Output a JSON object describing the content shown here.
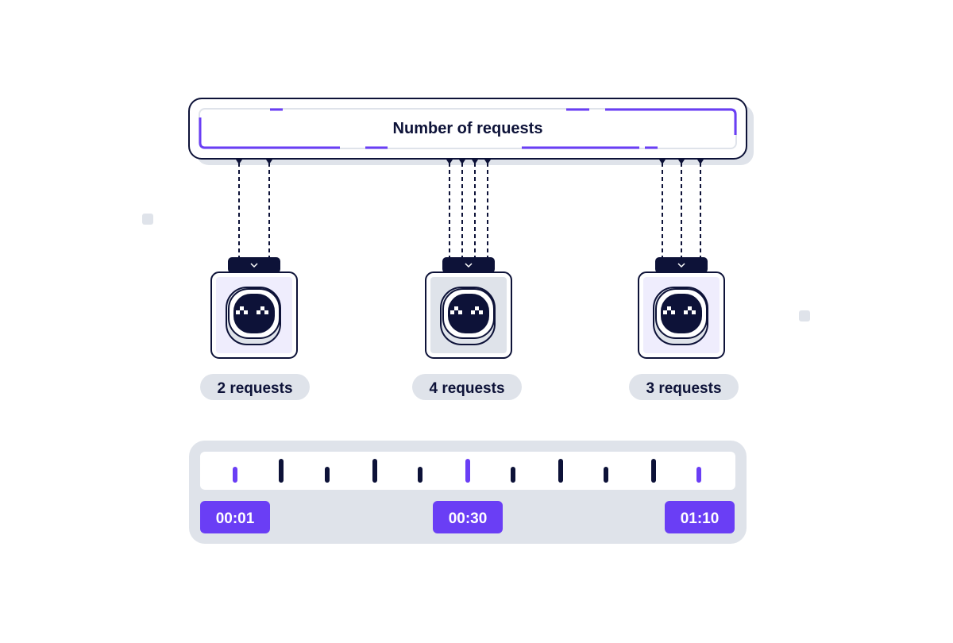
{
  "header": {
    "title": "Number of requests"
  },
  "clients": [
    {
      "label": "2 requests",
      "requests": 2
    },
    {
      "label": "4 requests",
      "requests": 4
    },
    {
      "label": "3 requests",
      "requests": 3
    }
  ],
  "timeline": {
    "times": [
      "00:01",
      "00:30",
      "01:10"
    ]
  },
  "colors": {
    "navy": "#0d1238",
    "purple": "#6a3ef5",
    "slate": "#dfe3ea",
    "lavender": "#efedfd"
  }
}
